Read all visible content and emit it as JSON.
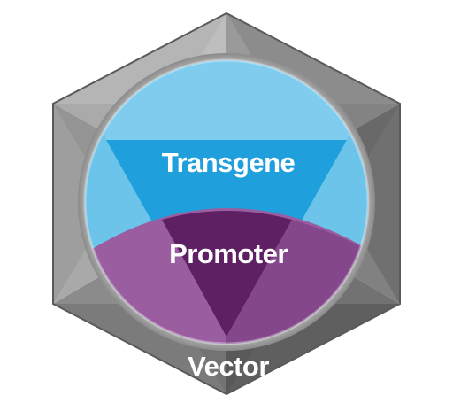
{
  "diagram": {
    "labels": {
      "transgene": "Transgene",
      "promoter": "Promoter",
      "vector": "Vector"
    },
    "colors": {
      "transgene_light": "#6cc4ea",
      "transgene_dark": "#1fa0dc",
      "promoter_light": "#9a5ea0",
      "promoter_dark": "#5e1f63",
      "hexagon_light": "#c8c8c8",
      "hexagon_dark": "#6e6e6e",
      "label_text": "#ffffff"
    }
  }
}
